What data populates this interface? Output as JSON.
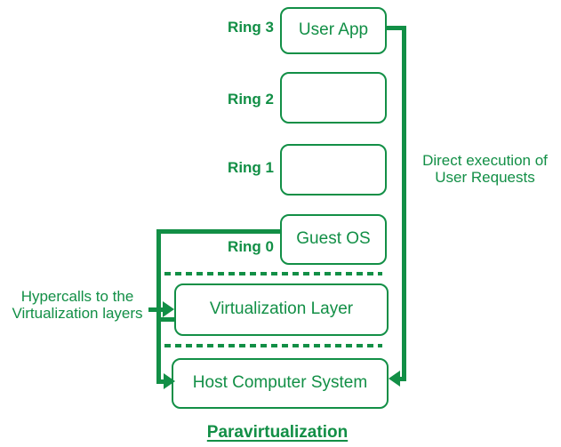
{
  "colors": {
    "green": "#128F46",
    "background": "#FFFFFF"
  },
  "rings": [
    {
      "label": "Ring 3",
      "box": "User App"
    },
    {
      "label": "Ring 2",
      "box": ""
    },
    {
      "label": "Ring 1",
      "box": ""
    },
    {
      "label": "Ring 0",
      "box": "Guest OS"
    }
  ],
  "layers": {
    "virtualization": "Virtualization Layer",
    "host": "Host Computer System"
  },
  "annotations": {
    "hypercalls_line1": "Hypercalls to the",
    "hypercalls_line2": "Virtualization layers",
    "direct_line1": "Direct execution of",
    "direct_line2": "User Requests"
  },
  "title": "Paravirtualization"
}
